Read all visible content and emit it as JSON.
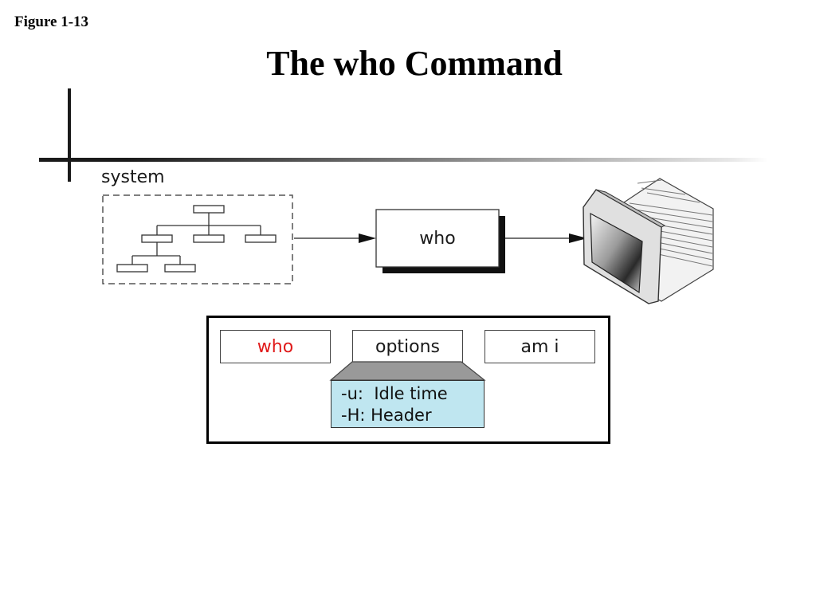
{
  "figure_label": "Figure 1-13",
  "title": "The who Command",
  "diagram": {
    "system_label": "system",
    "process_label": "who"
  },
  "syntax": {
    "command": "who",
    "options": "options",
    "arguments": "am i",
    "option_list": [
      "-u:  Idle time",
      "-H: Header"
    ]
  },
  "colors": {
    "command_text": "#e01b1b",
    "option_list_background": "#bfe6f0"
  },
  "icons": [
    "file-tree-icon",
    "monitor-icon",
    "arrow-right-icon"
  ]
}
